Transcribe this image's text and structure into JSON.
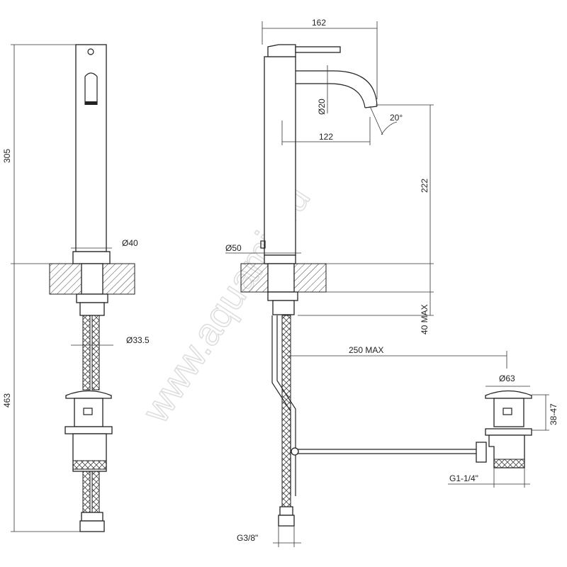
{
  "watermark": "www.aquamir.ru",
  "dimensions": {
    "left_height_top": "305",
    "left_height_bottom": "463",
    "body_diameter": "Ø40",
    "hose_diameter": "Ø33.5",
    "overall_width": "162",
    "spout_diameter": "Ø20",
    "spout_angle": "20°",
    "spout_reach": "122",
    "spout_height": "222",
    "base_diameter": "Ø50",
    "counter_thickness": "40 MAX",
    "rod_length": "250 MAX",
    "waste_diameter": "Ø63",
    "waste_height": "38-47",
    "waste_thread": "G1-1/4\"",
    "hose_thread": "G3/8\""
  }
}
